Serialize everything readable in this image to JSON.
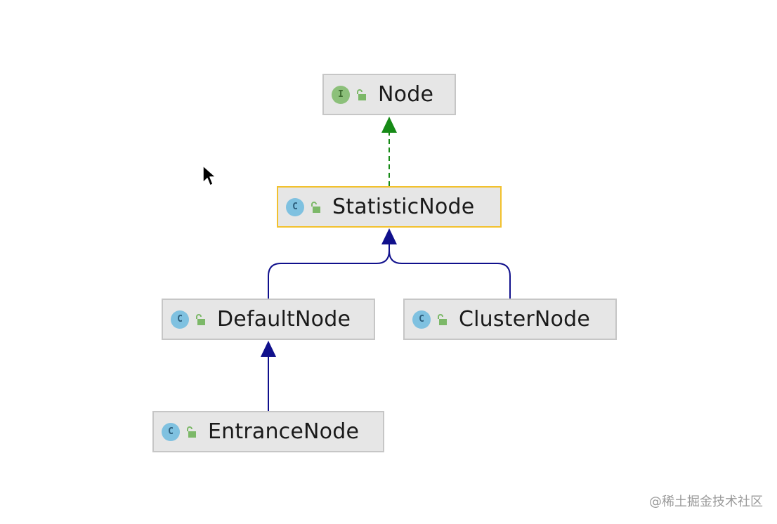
{
  "diagram": {
    "colors": {
      "node_fill": "#e6e6e6",
      "node_border": "#c6c6c6",
      "selected_border": "#f2c12e",
      "implements_arrow": "#168a16",
      "extends_arrow": "#10108c",
      "interface_badge": "#8cc07a",
      "class_badge": "#7fc1e0",
      "lock_icon": "#7cb868"
    },
    "nodes": {
      "node": {
        "badge": "I",
        "label": "Node",
        "kind": "interface"
      },
      "statistic_node": {
        "badge": "C",
        "label": "StatisticNode",
        "kind": "class",
        "selected": true
      },
      "default_node": {
        "badge": "C",
        "label": "DefaultNode",
        "kind": "class"
      },
      "cluster_node": {
        "badge": "C",
        "label": "ClusterNode",
        "kind": "class"
      },
      "entrance_node": {
        "badge": "C",
        "label": "EntranceNode",
        "kind": "class"
      }
    },
    "edges": [
      {
        "from": "StatisticNode",
        "to": "Node",
        "type": "implements",
        "style": "dashed",
        "color": "#168a16"
      },
      {
        "from": "DefaultNode",
        "to": "StatisticNode",
        "type": "extends",
        "style": "solid",
        "color": "#10108c"
      },
      {
        "from": "ClusterNode",
        "to": "StatisticNode",
        "type": "extends",
        "style": "solid",
        "color": "#10108c"
      },
      {
        "from": "EntranceNode",
        "to": "DefaultNode",
        "type": "extends",
        "style": "solid",
        "color": "#10108c"
      }
    ]
  },
  "watermark": "@稀土掘金技术社区",
  "icons": {
    "cursor": "mouse-pointer-icon",
    "badge_interface": "interface-badge-icon",
    "badge_class": "class-badge-icon",
    "lock": "open-lock-icon"
  }
}
